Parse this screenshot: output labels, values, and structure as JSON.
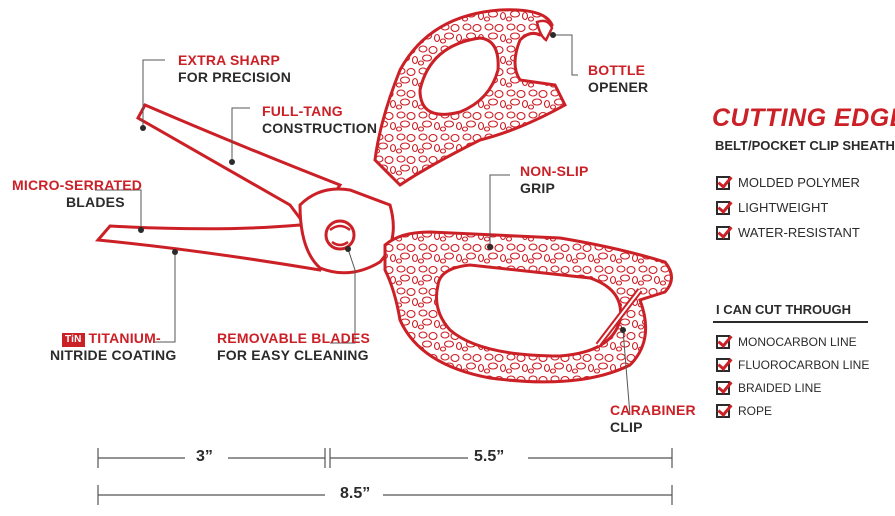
{
  "callouts": {
    "extra_sharp": {
      "title": "EXTRA SHARP",
      "text": "FOR PRECISION"
    },
    "full_tang": {
      "title": "FULL-TANG",
      "text": "CONSTRUCTION"
    },
    "micro_serrated": {
      "title": "MICRO-SERRATED",
      "text": "BLADES"
    },
    "titanium": {
      "badge": "TiN",
      "title": "TITANIUM-",
      "text": "NITRIDE COATING"
    },
    "removable": {
      "title": "REMOVABLE BLADES",
      "text": "FOR EASY CLEANING"
    },
    "bottle": {
      "title": "BOTTLE",
      "text": "OPENER"
    },
    "non_slip": {
      "title": "NON-SLIP",
      "text": "GRIP"
    },
    "carabiner": {
      "title": "CARABINER",
      "text": "CLIP"
    }
  },
  "sidebar": {
    "title": "CUTTING EDGE",
    "subtitle": "BELT/POCKET CLIP SHEATH",
    "features": [
      "MOLDED POLYMER",
      "LIGHTWEIGHT",
      "WATER-RESISTANT"
    ],
    "cut_heading": "I CAN CUT THROUGH",
    "cut_items": [
      "MONOCARBON LINE",
      "FLUOROCARBON LINE",
      "BRAIDED LINE",
      "ROPE"
    ]
  },
  "dimensions": {
    "blade": "3”",
    "handle": "5.5”",
    "total": "8.5”"
  },
  "colors": {
    "accent": "#cc2027",
    "text": "#2b2b2b"
  }
}
